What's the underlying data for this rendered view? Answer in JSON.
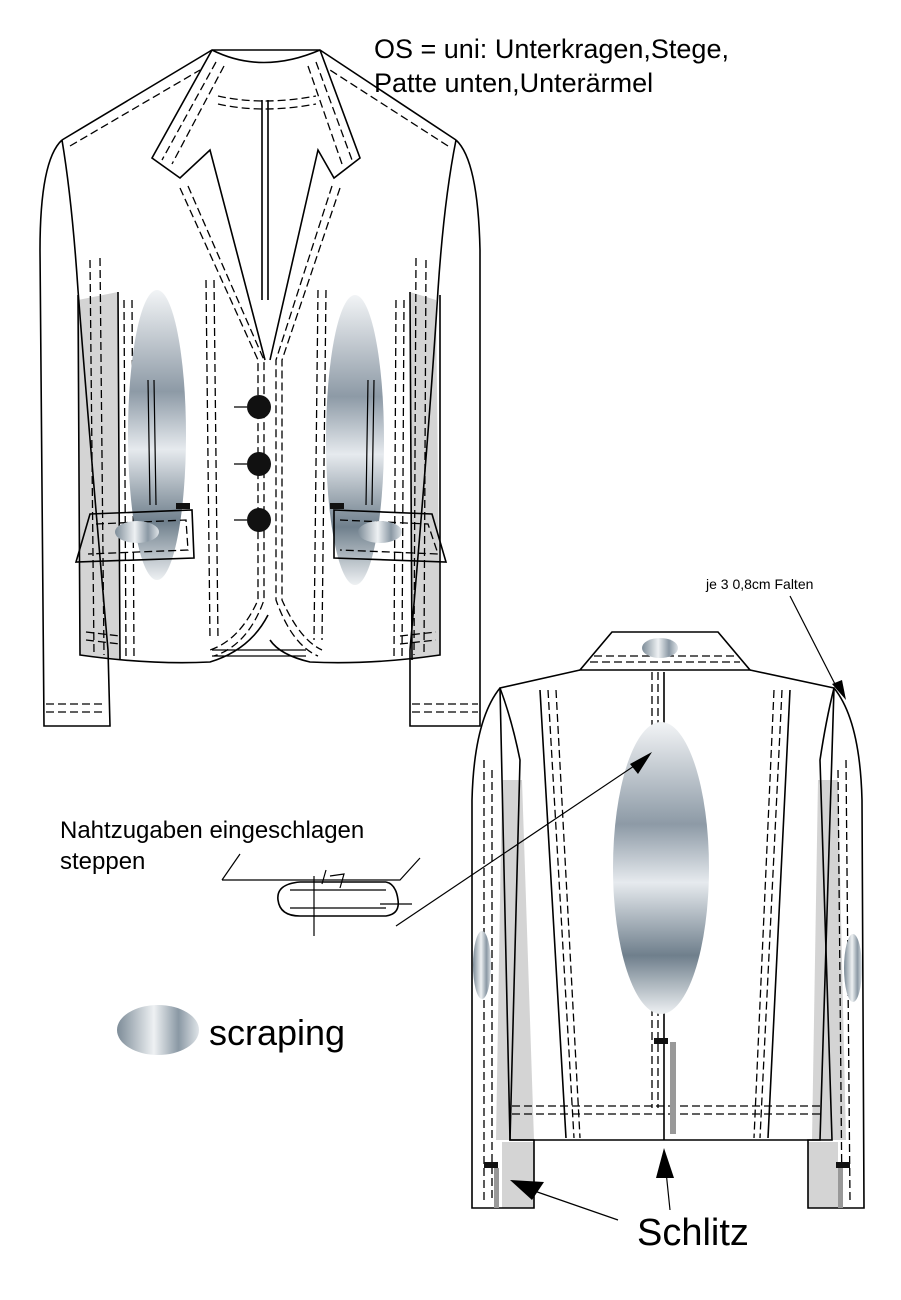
{
  "annotations": {
    "os_line1": "OS  = uni: Unterkragen,Stege,",
    "os_line2": "Patte unten,Unterärmel",
    "pleats": "je 3 0,8cm Falten",
    "seam_line1": "Nahtzugaben eingeschlagen",
    "seam_line2": "steppen",
    "legend": "scraping",
    "slit": "Schlitz"
  },
  "colors": {
    "outline": "#000000",
    "panel_grey": "#d4d4d4",
    "slit_bar": "#999999",
    "scraping_dark": "#6f7f8c",
    "scraping_light": "#f2f4f6"
  }
}
